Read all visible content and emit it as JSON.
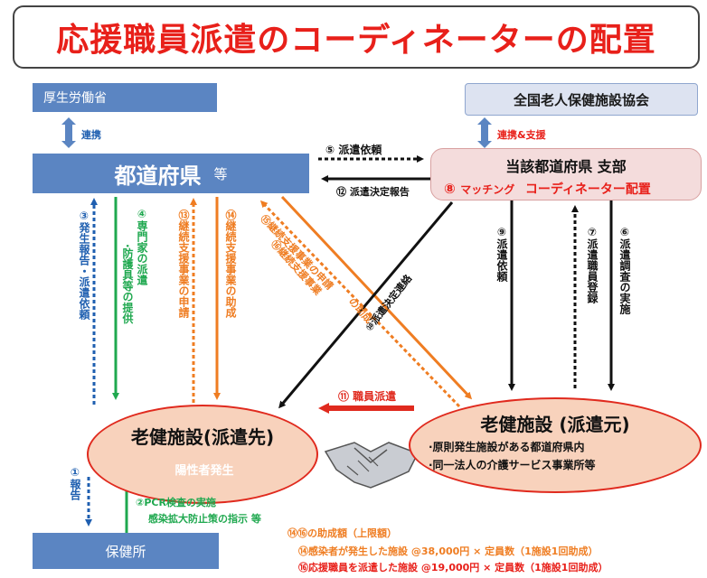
{
  "title": "応援職員派遣のコーディネーターの配置",
  "nodes": {
    "mhlw": "厚生労働省",
    "association": "全国老人保健施設協会",
    "prefecture": "都道府県",
    "prefecture_suffix": "等",
    "branch_title": "当該都道府県 支部",
    "branch_num": "⑧",
    "branch_match": "マッチング",
    "branch_coord": "コーディネーター配置",
    "dest_facility": "老健施設(派遣先)",
    "positive_case": "陽性者発生",
    "src_facility": "老健施設 (派遣元)",
    "src_bullet1": "·原則発生施設がある都道府県内",
    "src_bullet2": "·同一法人の介護サービス事業所等",
    "health_center": "保健所"
  },
  "labels": {
    "renkei": "連携",
    "renkei_shien": "連携&支援",
    "l5": "⑤ 派遣依頼",
    "l12": "⑫ 派遣決定報告",
    "l3": "③発生報告・派遣依頼",
    "l4a": "④専門家の派遣",
    "l4b": "·防護具等の提供",
    "l13": "⑬継続支援事業の申請",
    "l14": "⑭継続支援事業の助成",
    "l16": "⑯継続支援事業",
    "l16b": "の助成",
    "l15": "⑮継続支援事業の申請",
    "l10": "⑩派遣決定連絡",
    "l9": "⑨派遣依頼",
    "l7": "⑦派遣職員登録",
    "l6": "⑥派遣調査の実施",
    "l11": "⑪ 職員派遣",
    "l1": "①報告",
    "l2a": "②PCR検査の実施",
    "l2b": "感染拡大防止策の指示 等"
  },
  "notes": {
    "heading": "⑭⑯の助成額（上限額）",
    "line1": "⑭感染者が発生した施設 @38,000円 × 定員数（1施設1回助成）",
    "line2": "⑯応援職員を派遣した施設 @19,000円 × 定員数（1施設1回助成）"
  },
  "colors": {
    "title_red": "#e8201a",
    "box_blue": "#5b85c2",
    "green": "#1fa84f",
    "orange": "#ef7d22",
    "dark_blue_dots": "#1f5fb0",
    "red_arrow": "#e02a1e",
    "ellipse_fill": "#f8d2bc"
  }
}
